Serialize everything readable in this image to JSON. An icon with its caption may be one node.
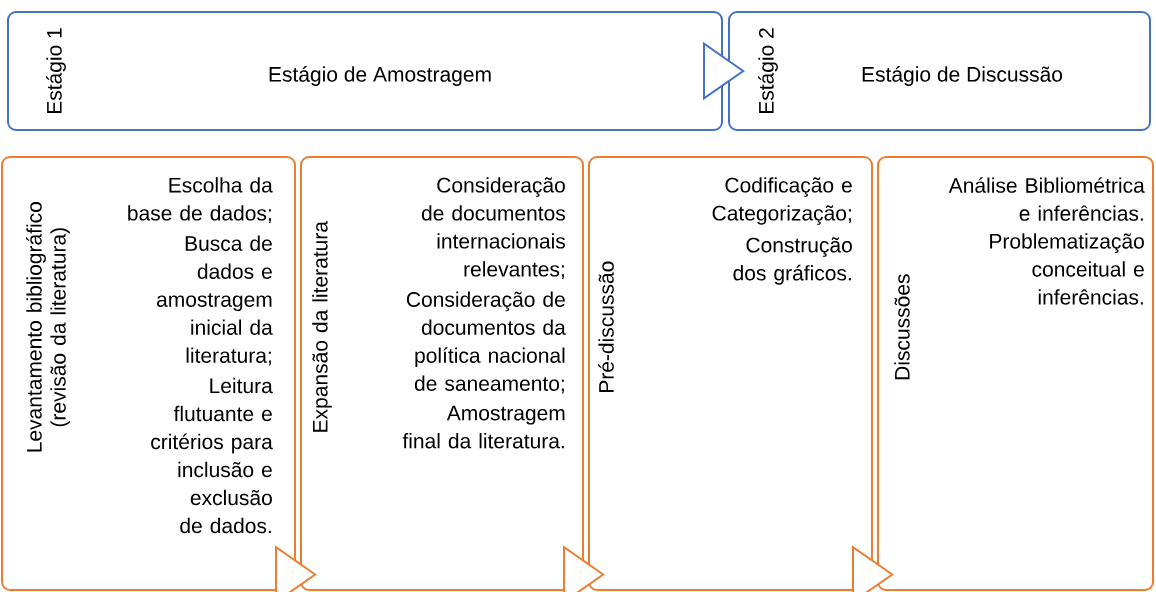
{
  "diagram": {
    "nodes": [
      {
        "text": [
          "Estágio 1",
          "Estágio de Amostragem"
        ]
      },
      {
        "text": [
          "Estágio 2",
          "Estágio de Discussão"
        ]
      },
      {
        "text": [
          "Levantamento bibliográfico (revisão da literatura)",
          "Escolha da base de dados;",
          "Busca de dados e amostragem inicial da literatura;",
          "Leitura flutuante e critérios para inclusão e exclusão de dados."
        ]
      },
      {
        "text": [
          "Expansão da literatura",
          "Consideração de documentos internacionais relevantes;",
          "Consideração de documentos da política nacional de saneamento;",
          "Amostragem final da literatura."
        ]
      },
      {
        "text": [
          "Pré-discussão",
          "Codificação e Categorização;",
          "Construção dos gráficos."
        ]
      },
      {
        "text": [
          "Discussões",
          "Análise Bibliométrica e inferências.",
          "Problematização conceitual e inferências."
        ]
      }
    ],
    "edges": [
      {
        "from": 0,
        "to": 1,
        "arrow": "to",
        "color": "#4472c4"
      },
      {
        "from": 2,
        "to": 3,
        "arrow": "to"
      },
      {
        "from": 3,
        "to": 4,
        "arrow": "to"
      },
      {
        "from": 4,
        "to": 5,
        "arrow": "to"
      }
    ]
  }
}
